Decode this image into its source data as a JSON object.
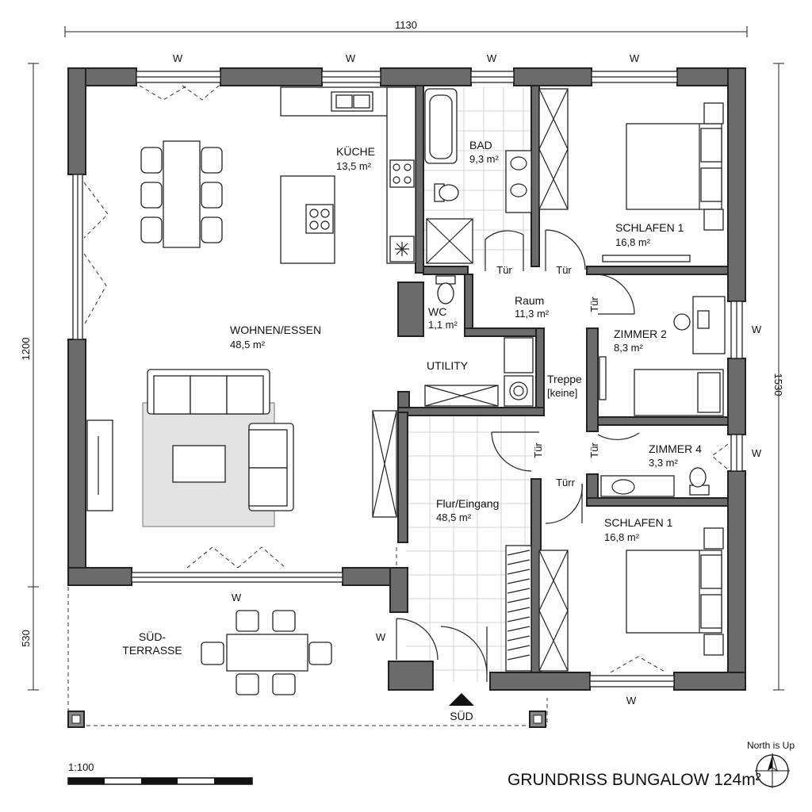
{
  "dimensions": {
    "top": "1130",
    "left_upper": "1200",
    "left_lower": "530",
    "right": "1530"
  },
  "rooms": {
    "kueche": {
      "name": "KÜCHE",
      "area": "13,5 m²"
    },
    "bad": {
      "name": "BAD",
      "area": "9,3 m²"
    },
    "schlafen_top": {
      "name": "SCHLAFEN 1",
      "area": "16,8 m²"
    },
    "wohnen": {
      "name": "WOHNEN/ESSEN",
      "area": "48,5 m²"
    },
    "wc": {
      "name": "WC",
      "area": "1,1 m²"
    },
    "raum": {
      "name": "Raum",
      "area": "11,3 m²"
    },
    "zimmer2": {
      "name": "ZIMMER 2",
      "area": "8,3 m²"
    },
    "utility": {
      "name": "UTILITY"
    },
    "treppe": {
      "name": "Treppe",
      "note": "[keine]"
    },
    "zimmer4": {
      "name": "ZIMMER 4",
      "area": "3,3 m²"
    },
    "flur": {
      "name": "Flur/Eingang",
      "area": "48,5 m²"
    },
    "schlafen_bottom": {
      "name": "SCHLAFEN 1",
      "area": "16,8 m²"
    },
    "terrasse": {
      "line1": "SÜD-",
      "line2": "TERRASSE"
    }
  },
  "doors": {
    "tuer": "Tür",
    "tuerr": "Türr"
  },
  "window_mark": "W",
  "entrance": "SÜD",
  "scale": "1:100",
  "north": "North is Up",
  "title": "GRUNDRISS BUNGALOW 124m²"
}
